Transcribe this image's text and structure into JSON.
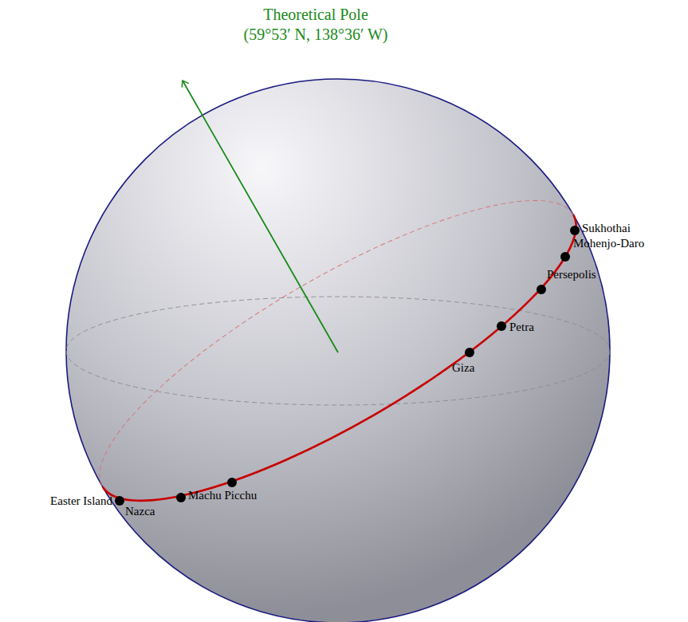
{
  "diagram": {
    "labels": [
      "Theoretical Pole",
      "(59°53′ N, 138°36′ W)",
      "Sukhothai",
      "Mohenjo-Daro",
      "Persepolis",
      "Petra",
      "Giza",
      "Machu Picchu",
      "Nazca",
      "Easter Island"
    ]
  }
}
